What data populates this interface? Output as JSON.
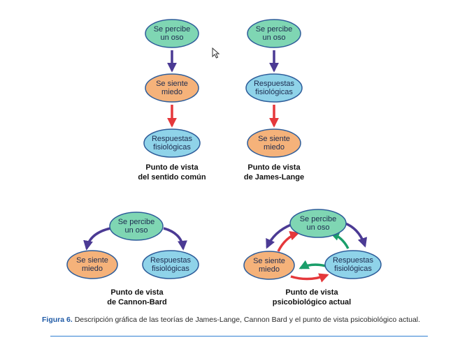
{
  "colors": {
    "green": "#7fd6b3",
    "orange": "#f5b27a",
    "blue": "#8fd3e9",
    "stroke": "#2d5c99",
    "purple_arrow": "#4b3a94",
    "red_arrow": "#e5383b",
    "green_arrow": "#1a9e6a",
    "caption_blue": "#1f5aa6"
  },
  "diagrams": {
    "sentido_comun": {
      "nodes": [
        {
          "l1": "Se percibe",
          "l2": "un oso"
        },
        {
          "l1": "Se siente",
          "l2": "miedo"
        },
        {
          "l1": "Respuestas",
          "l2": "fisiológicas"
        }
      ],
      "caption": {
        "l1": "Punto de vista",
        "l2": "del sentido común"
      }
    },
    "james_lange": {
      "nodes": [
        {
          "l1": "Se percibe",
          "l2": "un oso"
        },
        {
          "l1": "Respuestas",
          "l2": "fisiológicas"
        },
        {
          "l1": "Se siente",
          "l2": "miedo"
        }
      ],
      "caption": {
        "l1": "Punto de vista",
        "l2": "de James-Lange"
      }
    },
    "cannon_bard": {
      "nodes": [
        {
          "l1": "Se percibe",
          "l2": "un oso"
        },
        {
          "l1": "Se siente",
          "l2": "miedo"
        },
        {
          "l1": "Respuestas",
          "l2": "fisiológicas"
        }
      ],
      "caption": {
        "l1": "Punto de vista",
        "l2": "de Cannon-Bard"
      }
    },
    "psicobiologico": {
      "nodes": [
        {
          "l1": "Se percibe",
          "l2": "un oso"
        },
        {
          "l1": "Se siente",
          "l2": "miedo"
        },
        {
          "l1": "Respuestas",
          "l2": "fisiológicas"
        }
      ],
      "caption": {
        "l1": "Punto de vista",
        "l2": "psicobiológico actual"
      }
    }
  },
  "figure_caption": {
    "label": "Figura 6.",
    "text": "Descripción gráfica de las teorías de James-Lange, Cannon Bard y el punto de vista psicobiológico actual."
  },
  "cursor_icon": "arrow-cursor-icon"
}
